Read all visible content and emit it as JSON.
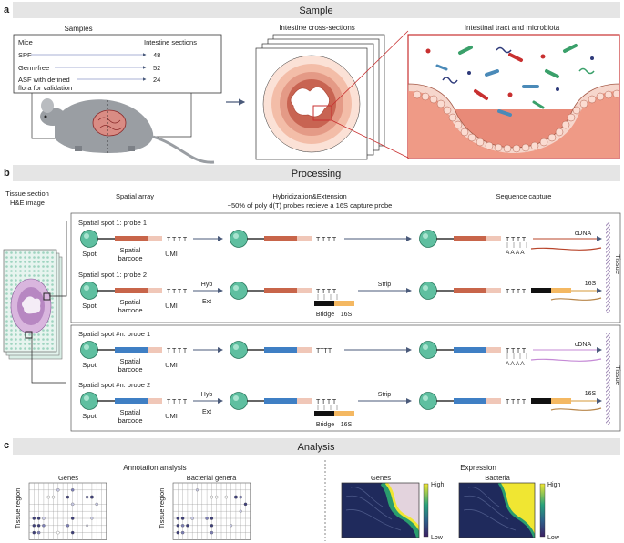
{
  "panel_a": {
    "letter": "a",
    "header": "Sample",
    "samples": {
      "title": "Samples",
      "col_left": "Mice",
      "col_right": "Intestine sections",
      "rows": [
        {
          "label": "SPF",
          "value": "48"
        },
        {
          "label": "Germ-free",
          "value": "52"
        },
        {
          "label": "ASF with defined",
          "value": "24"
        }
      ],
      "row3_line2": "flora for validation"
    },
    "cross_sections_label": "Intestine cross-sections",
    "microbiota_label": "Intestinal tract and microbiota"
  },
  "panel_b": {
    "letter": "b",
    "header": "Processing",
    "tissue_label_1": "Tissue section",
    "tissue_label_2": "H&E image",
    "col_spatial_array": "Spatial array",
    "col_hyb_1": "Hybridization&Extension",
    "col_hyb_2": "~50% of poly d(T) probes recieve a 16S capture probe",
    "col_sequence": "Sequence capture",
    "spot": "Spot",
    "spatial": "Spatial",
    "barcode": "barcode",
    "umi": "UMI",
    "tttt": "T T T T",
    "tttt_tight": "TTTT",
    "aaaa": "A A A A",
    "hyb": "Hyb",
    "ext": "Ext",
    "strip": "Strip",
    "bridge": "Bridge",
    "s16": "16S",
    "cdna": "cDNA",
    "tissue": "Tissue",
    "probe_labels": [
      "Spatial spot 1: probe 1",
      "Spatial spot 1: probe 2",
      "Spatial spot #n: probe 1",
      "Spatial spot #n: probe 2"
    ]
  },
  "panel_c": {
    "letter": "c",
    "header": "Analysis",
    "annotation_title": "Annotation analysis",
    "genes": "Genes",
    "bacterial_genera": "Bacterial genera",
    "tissue_region": "Tissue region",
    "expression_title": "Expression",
    "bacteria": "Bacteria",
    "high": "High",
    "low": "Low"
  },
  "colors": {
    "header_bg": "#e5e5e5",
    "bead": "#5fbfa0",
    "barcode_spot1": "#c8654a",
    "barcode_spotn": "#3f7fc4",
    "umi": "#f0c7b8",
    "bridge": "#111111",
    "s16": "#f4b862",
    "mucosa": "#e88a78",
    "villi_fill": "#f6d6cc",
    "dark_navy": "#1f2a5c",
    "viridis_yellow": "#f0e632"
  }
}
